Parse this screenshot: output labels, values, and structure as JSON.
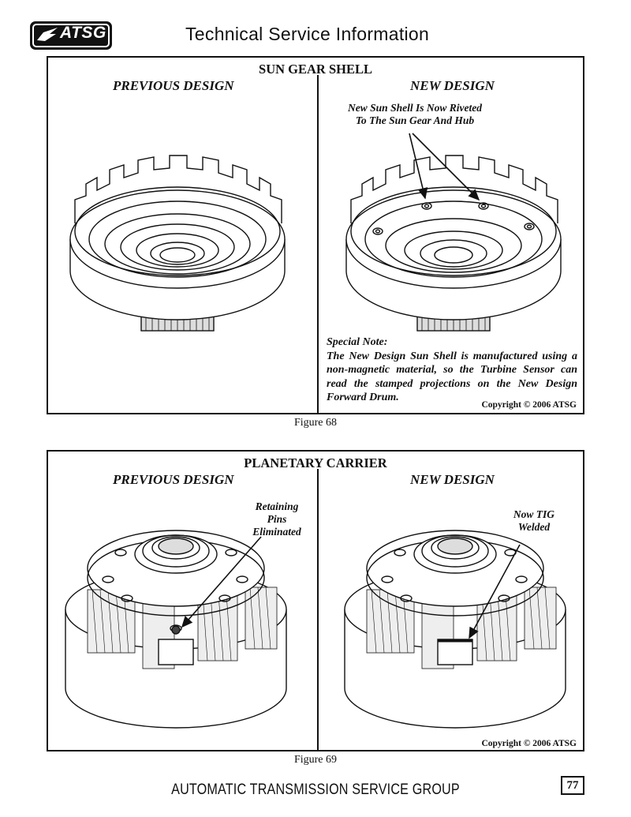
{
  "header": {
    "logo_text": "ATSG",
    "title": "Technical Service Information"
  },
  "figure68": {
    "box_title": "SUN GEAR SHELL",
    "left_heading": "PREVIOUS DESIGN",
    "right_heading": "NEW DESIGN",
    "callout_line1": "New Sun Shell Is Now Riveted",
    "callout_line2": "To The Sun Gear And Hub",
    "note_title": "Special Note:",
    "note_body": "The New Design Sun Shell is manufactured using a non-magnetic material, so the Turbine Sensor can read the stamped projections on the New Design Forward Drum.",
    "copyright": "Copyright © 2006 ATSG",
    "caption": "Figure 68"
  },
  "figure69": {
    "box_title": "PLANETARY CARRIER",
    "left_heading": "PREVIOUS DESIGN",
    "right_heading": "NEW DESIGN",
    "left_callout_line1": "Retaining",
    "left_callout_line2": "Pins",
    "left_callout_line3": "Eliminated",
    "right_callout_line1": "Now TIG",
    "right_callout_line2": "Welded",
    "copyright": "Copyright © 2006 ATSG",
    "caption": "Figure 69"
  },
  "footer": {
    "organization": "AUTOMATIC TRANSMISSION SERVICE GROUP",
    "page_number": "77"
  }
}
